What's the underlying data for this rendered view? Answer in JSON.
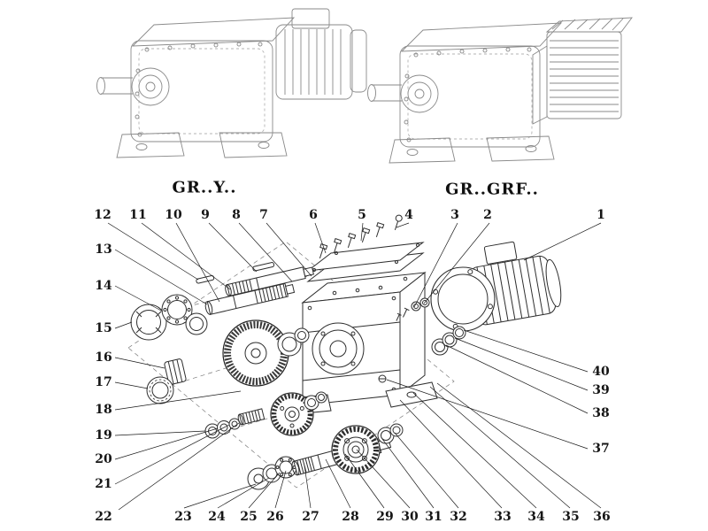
{
  "figure": {
    "left_variant_label": "GR..Y..",
    "right_variant_label": "GR..GRF.."
  },
  "callouts": {
    "top": [
      "12",
      "11",
      "10",
      "9",
      "8",
      "7",
      "6",
      "5",
      "4",
      "3",
      "2",
      "1"
    ],
    "left": [
      "13",
      "14",
      "15",
      "16",
      "17",
      "18",
      "19",
      "20",
      "21",
      "22"
    ],
    "bottom": [
      "23",
      "24",
      "25",
      "26",
      "27",
      "28",
      "29",
      "30",
      "31",
      "32",
      "33",
      "34",
      "35",
      "36"
    ],
    "right": [
      "40",
      "39",
      "38",
      "37"
    ]
  },
  "colors": {
    "line_art_light": "#8a8a8a",
    "line_art_dark": "#2e2e2e",
    "leader": "#1a1a1a"
  }
}
